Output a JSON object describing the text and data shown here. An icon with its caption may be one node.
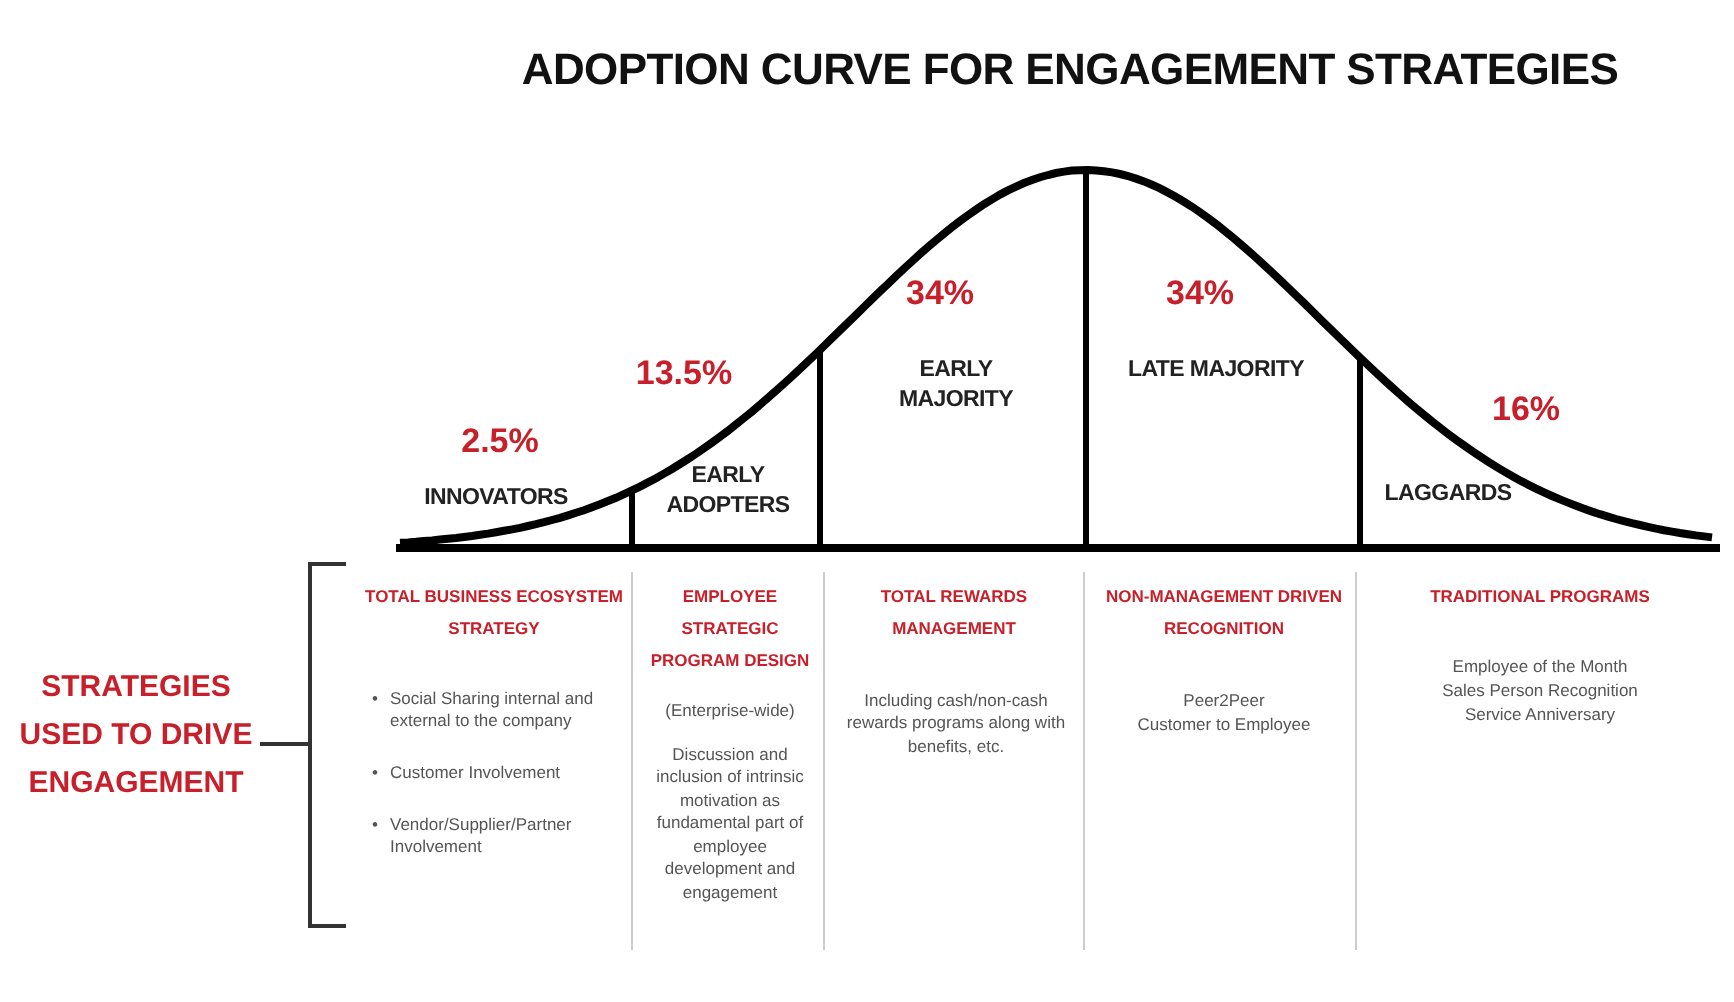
{
  "diagram": {
    "title": "ADOPTION CURVE FOR ENGAGEMENT STRATEGIES",
    "labels": [
      "2.5%",
      "INNOVATORS",
      "13.5%",
      "EARLY ADOPTERS",
      "34%",
      "EARLY MAJORITY",
      "34%",
      "LATE MAJORITY",
      "16%",
      "LAGGARDS",
      "STRATEGIES USED TO DRIVE ENGAGEMENT",
      "TOTAL BUSINESS ECOSYSTEM STRATEGY",
      "•",
      "Social Sharing internal and external to the company",
      "•",
      "Customer Involvement",
      "•",
      "Vendor/Supplier/Partner Involvement",
      "EMPLOYEE STRATEGIC PROGRAM DESIGN",
      "(Enterprise-wide)",
      "Discussion and inclusion of intrinsic motivation as fundamental part of employee development and engagement",
      "TOTAL REWARDS MANAGEMENT",
      "Including cash/non-cash rewards programs along with benefits, etc.",
      "NON-MANAGEMENT DRIVEN RECOGNITION",
      "Peer2Peer",
      "Customer to Employee",
      "TRADITIONAL PROGRAMS",
      "Employee of the Month",
      "Sales Person Recognition",
      "Service Anniversary"
    ]
  }
}
